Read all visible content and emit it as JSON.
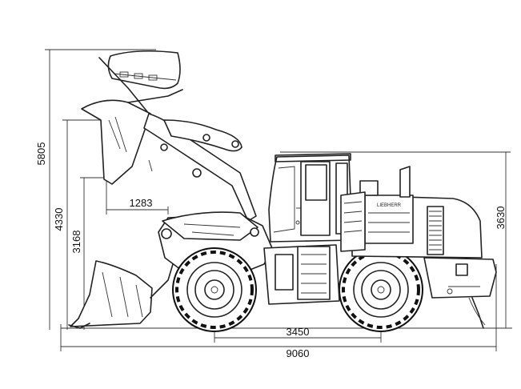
{
  "dimensions": {
    "max_dump_height": "5805",
    "hinge_pin_height": "4330",
    "dump_clearance": "3168",
    "dump_reach": "1283",
    "overall_height": "3630",
    "wheelbase": "3450",
    "overall_length": "9060"
  },
  "cab_logo": "LIEBHERR"
}
